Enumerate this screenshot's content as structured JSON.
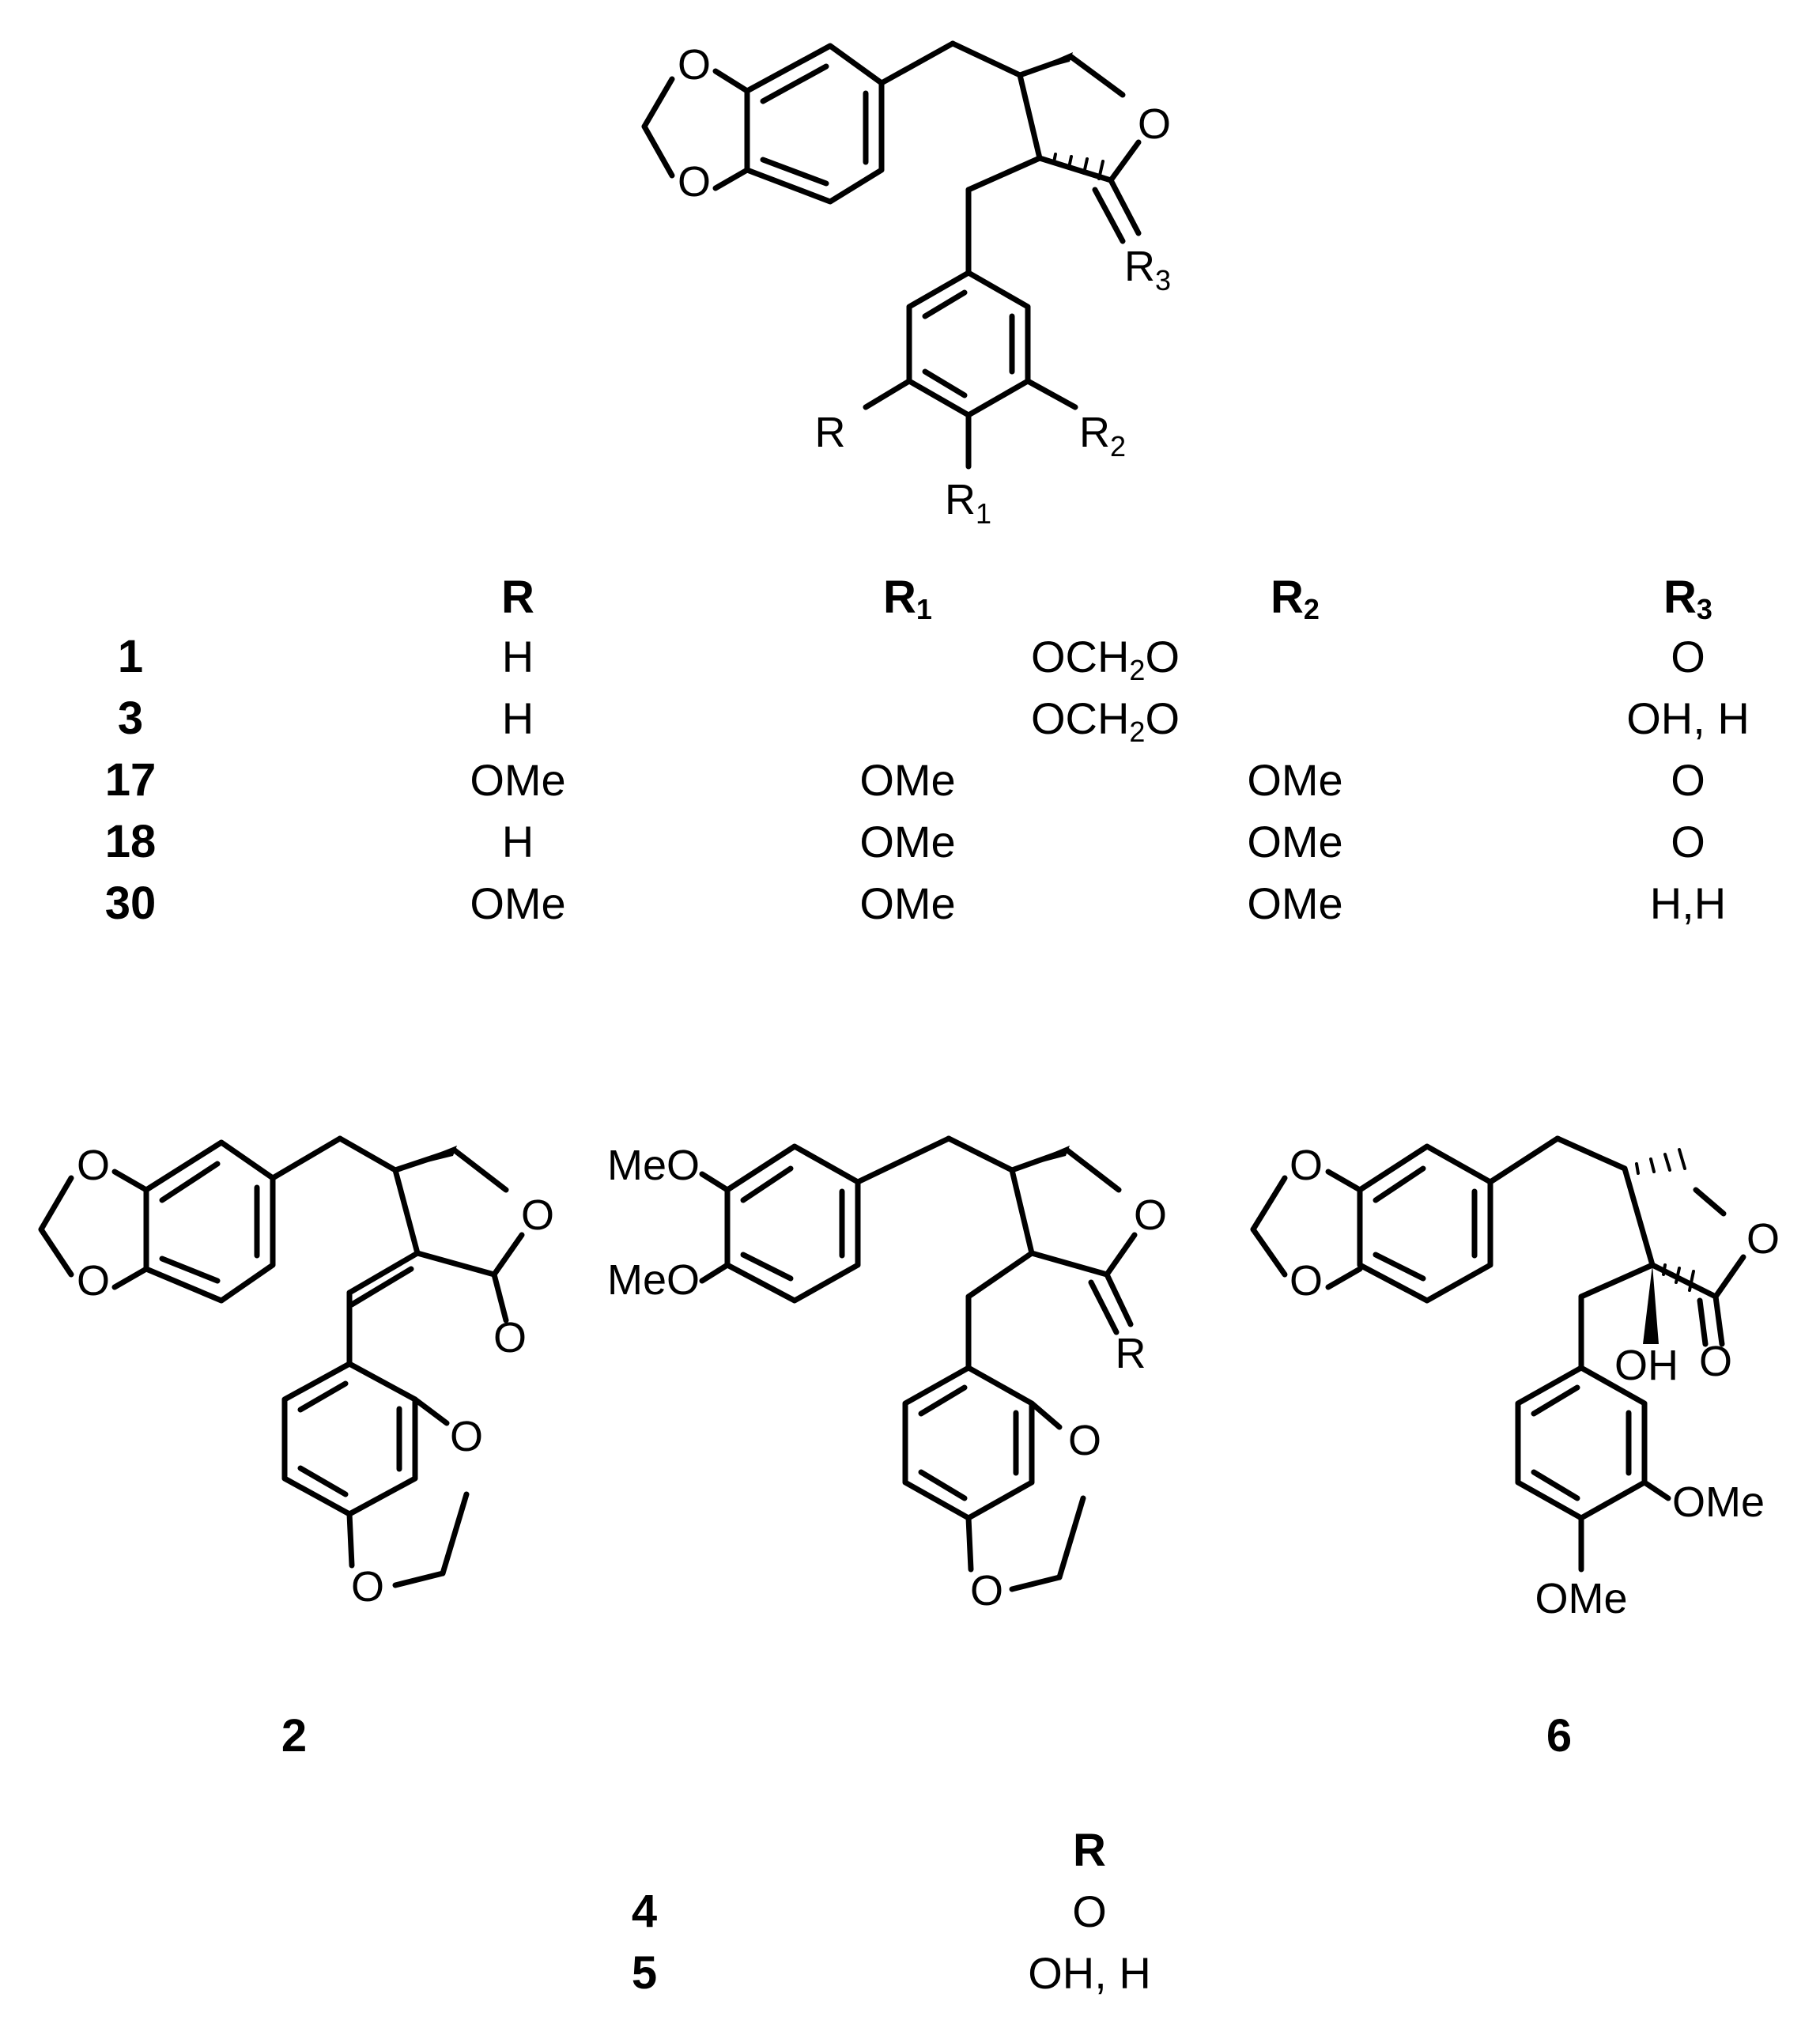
{
  "atoms": {
    "oxygen": "O",
    "r": "R",
    "r_sub_1": "1",
    "r_sub_2": "2",
    "r_sub_3": "3",
    "oh": "OH",
    "meo": "MeO",
    "ome": "OMe"
  },
  "compounds": {
    "c2": "2",
    "c6": "6"
  },
  "table1": {
    "headers": {
      "r": "R",
      "r1_base": "R",
      "r1_sub": "1",
      "r2_base": "R",
      "r2_sub": "2",
      "r3_base": "R",
      "r3_sub": "3"
    },
    "rows": [
      {
        "id": "1",
        "r": "H",
        "r1": "",
        "span_pre": "OCH",
        "span_sub": "2",
        "span_post": "O",
        "r2": "",
        "r3": "O"
      },
      {
        "id": "3",
        "r": "H",
        "r1": "",
        "span_pre": "OCH",
        "span_sub": "2",
        "span_post": "O",
        "r2": "",
        "r3": "OH, H"
      },
      {
        "id": "17",
        "r": "OMe",
        "r1": "OMe",
        "span_pre": "",
        "span_sub": "",
        "span_post": "",
        "r2": "OMe",
        "r3": "O"
      },
      {
        "id": "18",
        "r": "H",
        "r1": "OMe",
        "span_pre": "",
        "span_sub": "",
        "span_post": "",
        "r2": "OMe",
        "r3": "O"
      },
      {
        "id": "30",
        "r": "OMe",
        "r1": "OMe",
        "span_pre": "",
        "span_sub": "",
        "span_post": "",
        "r2": "OMe",
        "r3": "H,H"
      }
    ]
  },
  "table2": {
    "header": "R",
    "rows": [
      {
        "id": "4",
        "r": "O"
      },
      {
        "id": "5",
        "r": "OH, H"
      }
    ]
  }
}
